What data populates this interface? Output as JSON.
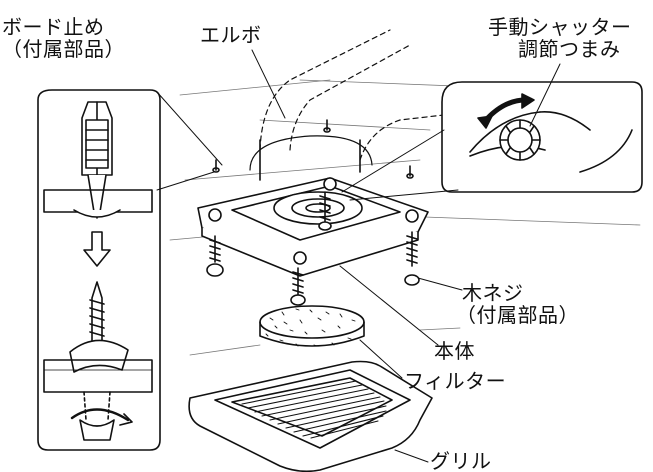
{
  "labels": {
    "board_stopper": [
      "ボード止め",
      "（付属部品）"
    ],
    "elbow": "エルボ",
    "shutter_knob": [
      "手動シャッター",
      "調節つまみ"
    ],
    "wood_screw": [
      "木ネジ",
      "（付属部品）"
    ],
    "main_body": "本体",
    "filter": "フィルター",
    "grille": "グリル"
  }
}
